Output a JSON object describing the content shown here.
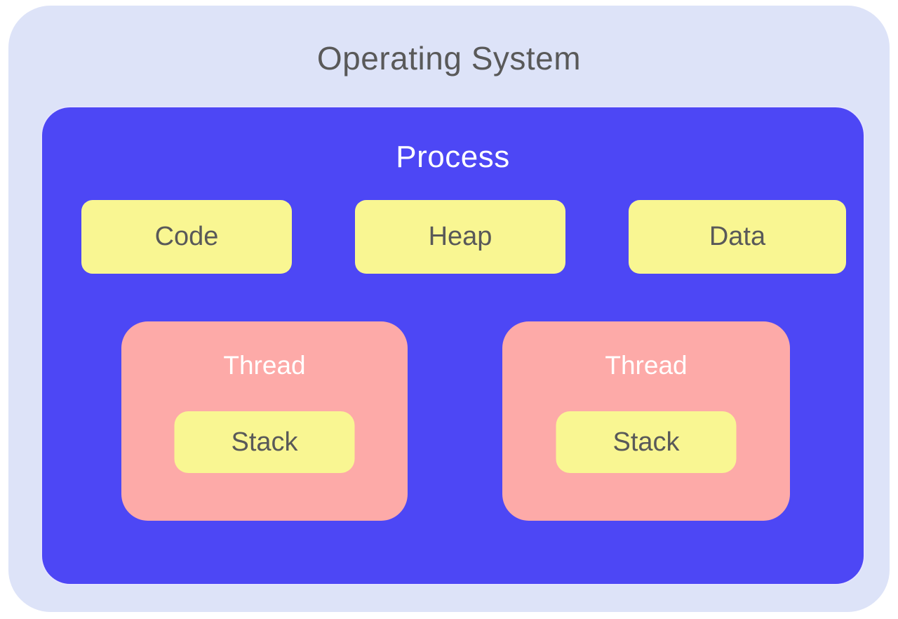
{
  "os": {
    "title": "Operating System",
    "process": {
      "label": "Process",
      "memory_sections": [
        {
          "label": "Code"
        },
        {
          "label": "Heap"
        },
        {
          "label": "Data"
        }
      ],
      "threads": [
        {
          "label": "Thread",
          "stack_label": "Stack"
        },
        {
          "label": "Thread",
          "stack_label": "Stack"
        }
      ]
    }
  },
  "colors": {
    "os-bg": "#dde3f8",
    "process-bg": "#4d47f5",
    "section-bg": "#f9f692",
    "thread-bg": "#fdaaa8",
    "dark-text": "#595959",
    "light-text": "#ffffff",
    "page-bg": "#ffffff"
  }
}
